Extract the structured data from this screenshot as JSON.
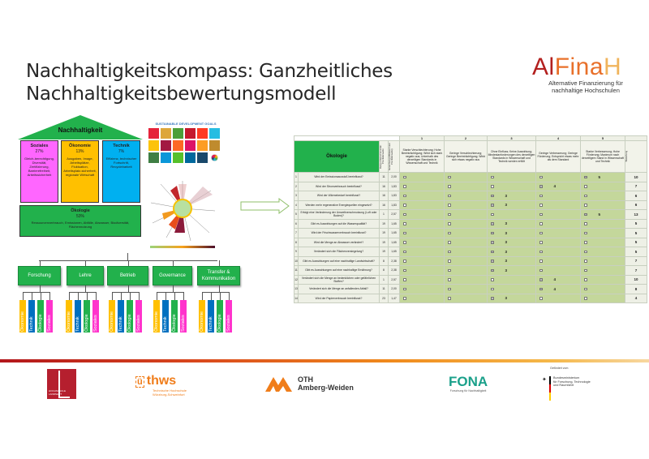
{
  "slide": {
    "title_line1": "Nachhaltigkeitskompass: Ganzheitliches",
    "title_line2": "Nachhaltigkeitsbewertungsmodell"
  },
  "brand_logo": {
    "parts": [
      "Al",
      "Fina",
      "H"
    ],
    "colors": [
      "#b3201f",
      "#e8702a",
      "#f0b45c"
    ],
    "subtitle_line1": "Alternative Finanzierung für",
    "subtitle_line2": "nachhaltige Hochschulen"
  },
  "house": {
    "roof": "Nachhaltigkeit",
    "pillars": [
      {
        "title": "Soziales",
        "percent": "27%",
        "text": "Gleich-berechtigung, Diversität, Zertifizierung, Barrierefreiheit, Arbeitssicherheit",
        "color": "#ff66ff"
      },
      {
        "title": "Ökonomie",
        "percent": "13%",
        "text": "Ausgaben, Image, Arbeitsplätze, Fluktuation, Arbeitsplatz-sicherheit, regionale Wirtschaft",
        "color": "#ffc000"
      },
      {
        "title": "Technik",
        "percent": "7%",
        "text": "Effizienz, technischer Fortschritt, Recyclebarkeit",
        "color": "#00b0f0"
      }
    ],
    "foundation": {
      "title": "Ökologie",
      "percent": "53%",
      "text": "Ressourcenverbrauch, Emissionen, Abfälle, Abwasser, Biodiversität, Flächennutzung"
    }
  },
  "sdg": {
    "title": "SUSTAINABLE DEVELOPMENT GOALS",
    "colors": [
      "#e5243b",
      "#dda63a",
      "#4c9f38",
      "#c5192d",
      "#ff3a21",
      "#26bde2",
      "#fcc30b",
      "#a21942",
      "#fd6925",
      "#dd1367",
      "#fd9d24",
      "#bf8b2e",
      "#3f7e44",
      "#0a97d9",
      "#56c02b",
      "#00689d",
      "#19486a",
      "#ffffff"
    ]
  },
  "fields": [
    "Forschung",
    "Lehre",
    "Betrieb",
    "Governance",
    "Transfer & Kommunikation"
  ],
  "dimensions": [
    {
      "label": "Ökonomie",
      "color": "#ffc000"
    },
    {
      "label": "Technik",
      "color": "#0070c0"
    },
    {
      "label": "Ökologie",
      "color": "#22b14c"
    },
    {
      "label": "Soziales",
      "color": "#ff33cc"
    }
  ],
  "table": {
    "category": "Ökologie",
    "col_rank": "Rang entsprechend der Prioritätsmatrix",
    "col_weight": "Gewichtung (Mittelwert aus Prioritätsmatrix)",
    "col_total": "Bewertung",
    "levels": [
      {
        "num": "1",
        "desc": "Starke Verschlechterung; Hohe Beeinträchtigung; Wirkt sich stark negativ aus; Unterhalb des derzeitigen Standards in Wissenschaft und Technik"
      },
      {
        "num": "2",
        "desc": "Geringe Verschlechterung; Geringe Beeinträchtigung; Wirkt sich etwas negativ aus"
      },
      {
        "num": "3",
        "desc": "Ohne Einfluss; Keine Auswirkung; Mindestanforderungen des derzeitigen Standards in Wissenschaft und Technik werden erfüllt"
      },
      {
        "num": "4",
        "desc": "Geringe Verbesserung; Geringe Förderung; Entspricht etwas mehr als dem Standard"
      },
      {
        "num": "5",
        "desc": "Starke Verbesserung; Hohe Förderung; Maximum nach derzeitigem Stand in Wissenschaft und Technik"
      }
    ],
    "rows": [
      {
        "n": "1",
        "q": "Wird der Emissionsausstoß beeinflusst?",
        "rank": "11",
        "weight": "2,00",
        "level": 5,
        "value": "5",
        "total": "10"
      },
      {
        "n": "2",
        "q": "Wird der Stromverbrauch beeinflusst?",
        "rank": "16",
        "weight": "1,83",
        "level": 4,
        "value": "4",
        "total": "7"
      },
      {
        "n": "3",
        "q": "Wird der Wärmebedarf beeinflusst?",
        "rank": "16",
        "weight": "1,83",
        "level": 3,
        "value": "3",
        "total": "6"
      },
      {
        "n": "4",
        "q": "Werden mehr regenerative Energiequellen eingesetzt?",
        "rank": "16",
        "weight": "1,83",
        "level": 3,
        "value": "3",
        "total": "6"
      },
      {
        "n": "5",
        "q": "Erfolgt eine Veränderung der Umweltverschmutzung (Luft oder Boden)?",
        "rank": "1",
        "weight": "2,57",
        "level": 5,
        "value": "5",
        "total": "13"
      },
      {
        "n": "6",
        "q": "Gibt es Auswirkungen auf die Wasserqualität?",
        "rank": "19",
        "weight": "1,65",
        "level": 3,
        "value": "3",
        "total": "5"
      },
      {
        "n": "7",
        "q": "Wird der Frischwasserverbrauch beeinflusst?",
        "rank": "19",
        "weight": "1,65",
        "level": 3,
        "value": "3",
        "total": "5"
      },
      {
        "n": "8",
        "q": "Wird die Menge an Abwasser verändert?",
        "rank": "19",
        "weight": "1,65",
        "level": 3,
        "value": "3",
        "total": "5"
      },
      {
        "n": "9",
        "q": "Verändert sich die Flächenversiegelung?",
        "rank": "19",
        "weight": "1,65",
        "level": 3,
        "value": "3",
        "total": "5"
      },
      {
        "n": "10",
        "q": "Gibt es Auswirkungen auf eine nachhaltige Landwirtschaft?",
        "rank": "8",
        "weight": "2,38",
        "level": 3,
        "value": "3",
        "total": "7"
      },
      {
        "n": "11",
        "q": "Gibt es Auswirkungen auf eine nachhaltige Ernährung?",
        "rank": "8",
        "weight": "2,38",
        "level": 3,
        "value": "3",
        "total": "7"
      },
      {
        "n": "12",
        "q": "Verändert sich die Menge an bedenklichen oder gefährlichen Stoffen?",
        "rank": "1",
        "weight": "2,57",
        "level": 4,
        "value": "4",
        "total": "10"
      },
      {
        "n": "13",
        "q": "Verändert sich die Menge an anfallenden Abfall?",
        "rank": "11",
        "weight": "2,00",
        "level": 4,
        "value": "4",
        "total": "8"
      },
      {
        "n": "14",
        "q": "Wird der Papierverbrauch beeinflusst?",
        "rank": "23",
        "weight": "1,47",
        "level": 3,
        "value": "3",
        "total": "4"
      }
    ]
  },
  "footer": {
    "landshut": "HOCHSCHULE LANDSHUT",
    "thws": "thws",
    "thws_sub1": "Technische Hochschule",
    "thws_sub2": "Würzburg-Schweinfurt",
    "oth1": "OTH",
    "oth2": "Amberg-Weiden",
    "fona": "FONA",
    "fona_sub": "Forschung für Nachhaltigkeit",
    "funded_by": "Gefördert vom",
    "bmbf1": "Bundesministerium",
    "bmbf2": "für Forschung, Technologie",
    "bmbf3": "und Raumfahrt"
  }
}
